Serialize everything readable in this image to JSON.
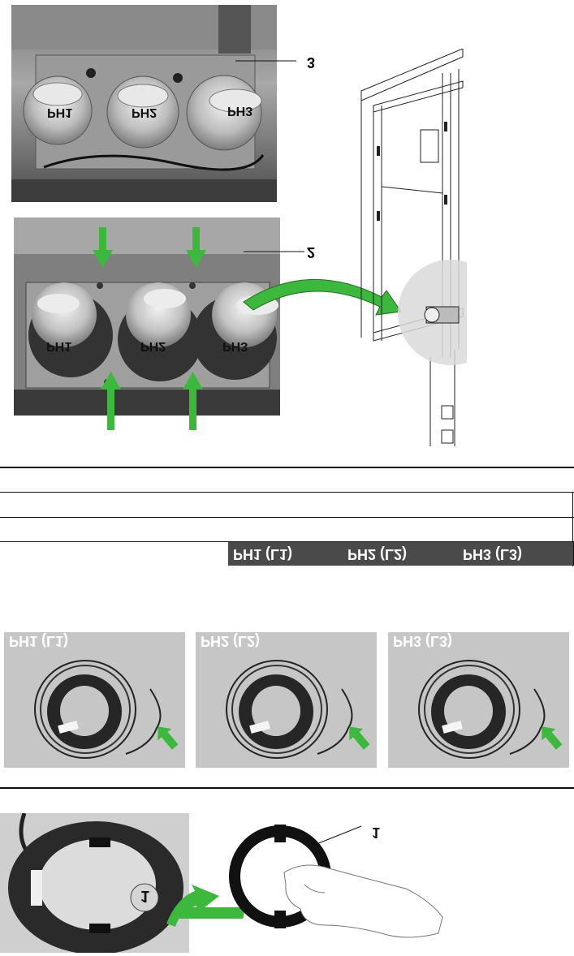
{
  "photos": {
    "top": {
      "callout": "3",
      "phases": [
        "PH1",
        "PH2",
        "PH3"
      ]
    },
    "middle": {
      "callout": "2",
      "phases": [
        "PH1",
        "PH2",
        "PH3"
      ]
    }
  },
  "table": {
    "headers": [
      "PH1 (L1)",
      "PH2 (L2)",
      "PH3 (L3)"
    ]
  },
  "ct_photos": [
    {
      "label": "PH1 (L1)"
    },
    {
      "label": "PH2 (L2)"
    },
    {
      "label": "PH3 (L3)"
    }
  ],
  "bottom": {
    "callout_photo": "1",
    "callout_drawing": "1"
  },
  "colors": {
    "arrow_green": "#3cb83c",
    "header_bg": "#4a4a4a"
  }
}
